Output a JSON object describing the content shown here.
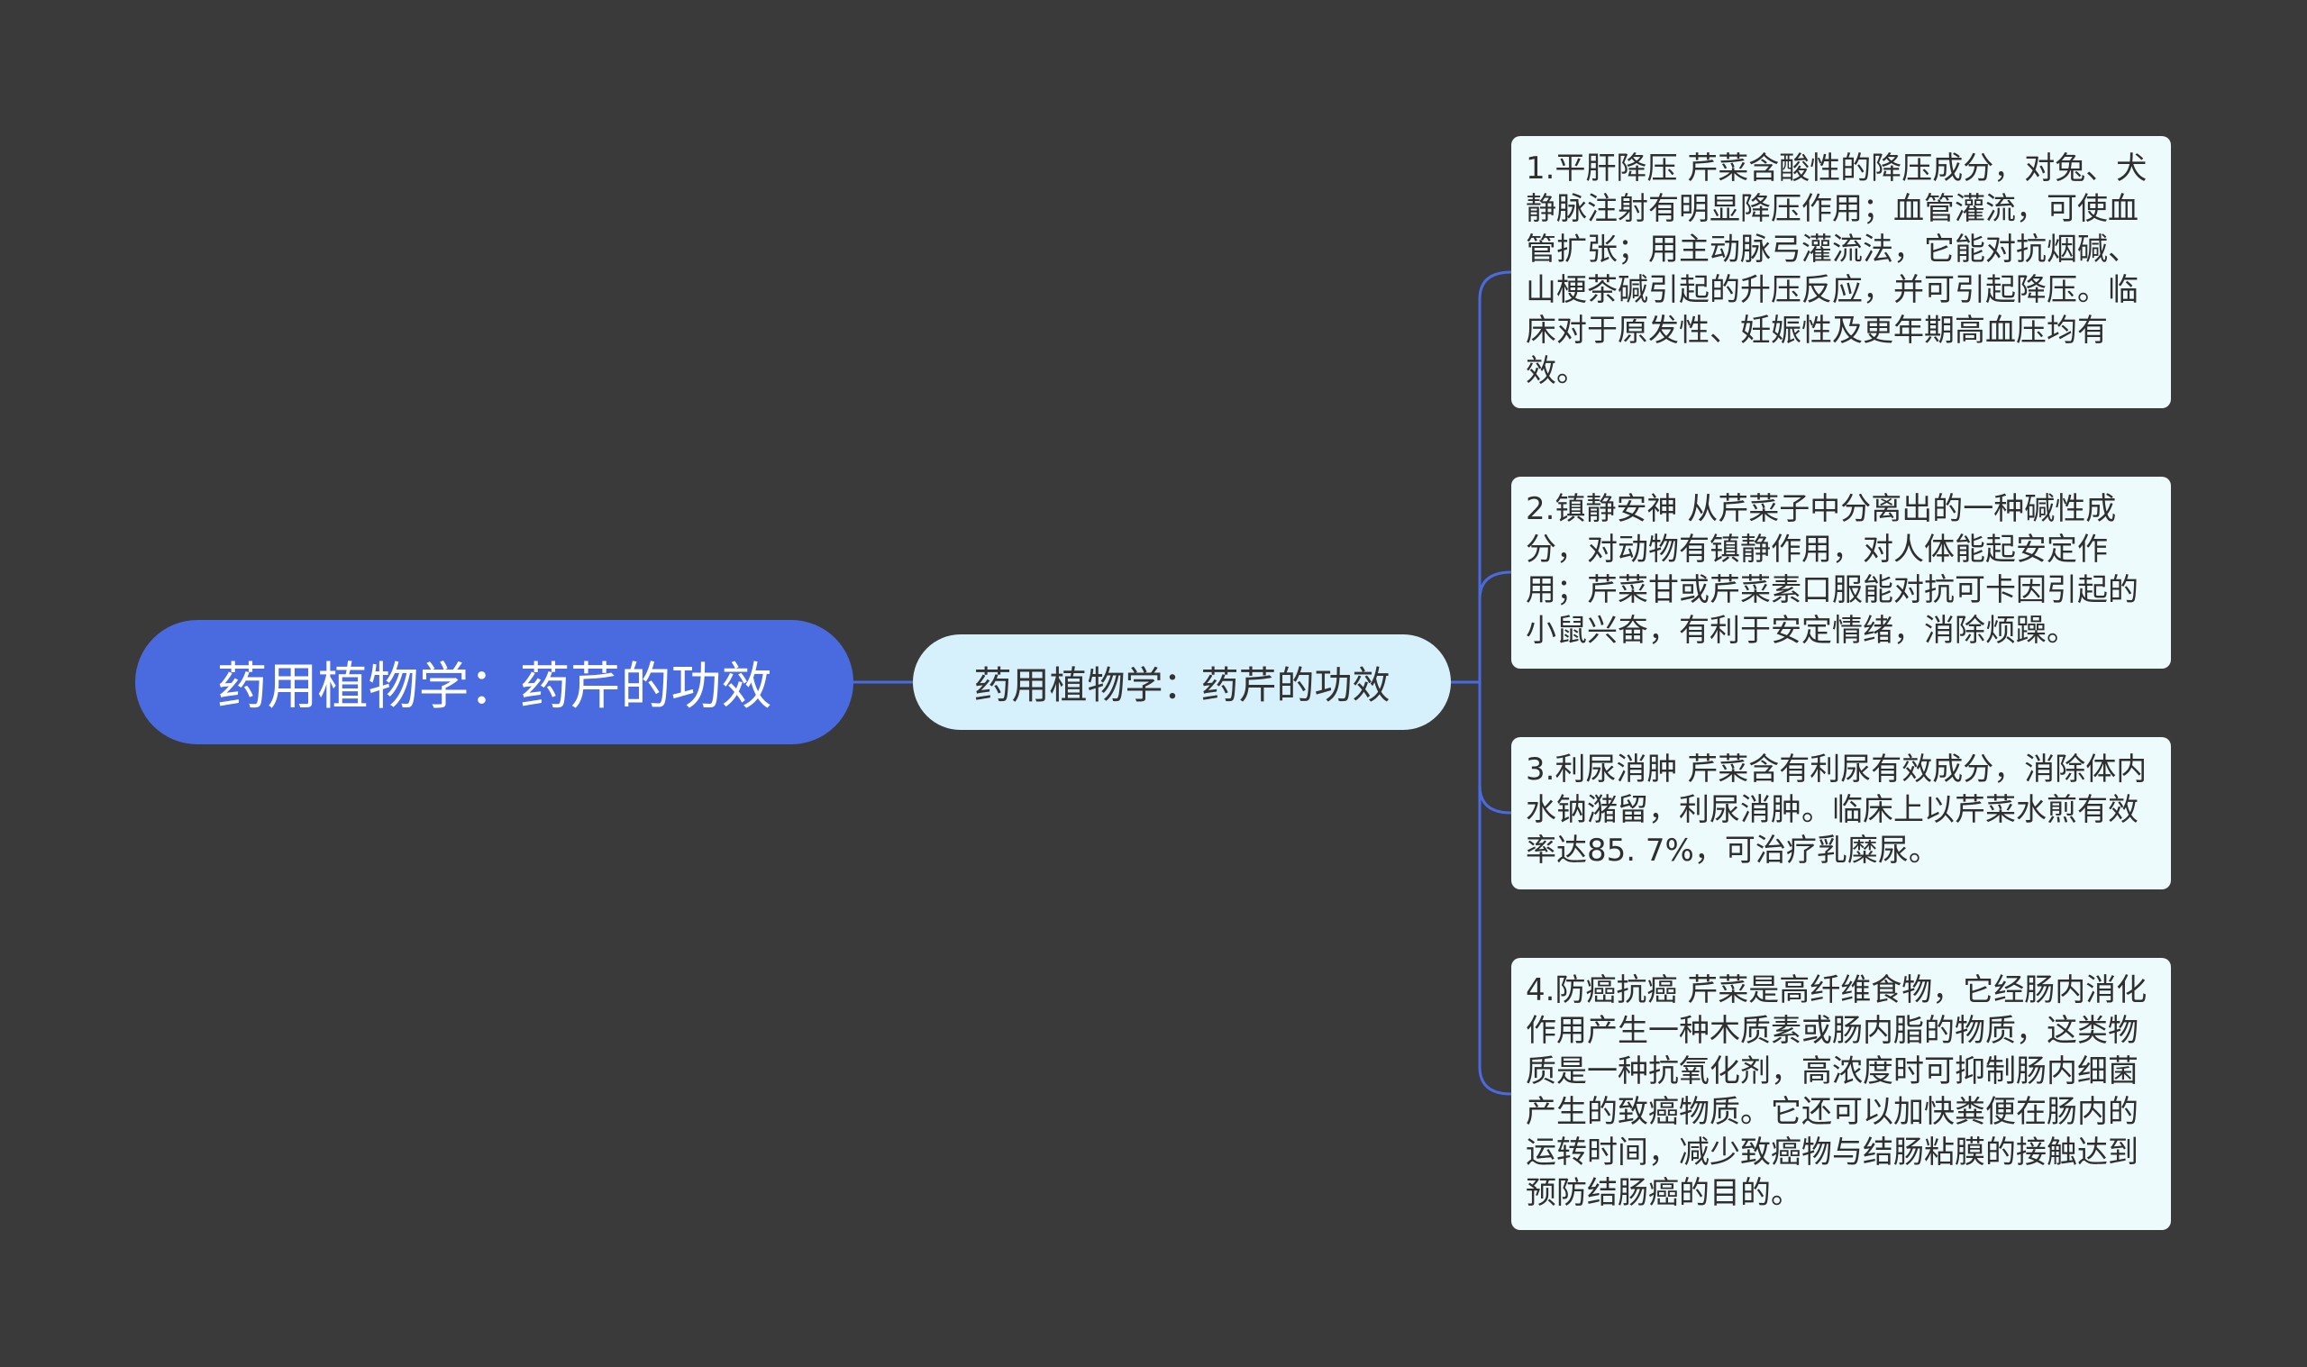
{
  "diagram": {
    "root": {
      "label": "药用植物学：药芹的功效"
    },
    "branch": {
      "label": "药用植物学：药芹的功效"
    },
    "leaves": [
      {
        "text": "1.平肝降压 芹菜含酸性的降压成分，对兔、犬静脉注射有明显降压作用；血管灌流，可使血管扩张；用主动脉弓灌流法，它能对抗烟碱、山梗茶碱引起的升压反应，并可引起降压。临床对于原发性、妊娠性及更年期高血压均有效。"
      },
      {
        "text": "2.镇静安神 从芹菜子中分离出的一种碱性成分，对动物有镇静作用，对人体能起安定作用；芹菜甘或芹菜素口服能对抗可卡因引起的小鼠兴奋，有利于安定情绪，消除烦躁。"
      },
      {
        "text": "3.利尿消肿 芹菜含有利尿有效成分，消除体内水钠潴留，利尿消肿。临床上以芹菜水煎有效率达85. 7%，可治疗乳糜尿。"
      },
      {
        "text": "4.防癌抗癌 芹菜是高纤维食物，它经肠内消化作用产生一种木质素或肠内脂的物质，这类物质是一种抗氧化剂，高浓度时可抑制肠内细菌产生的致癌物质。它还可以加快粪便在肠内的运转时间，减少致癌物与结肠粘膜的接触达到预防结肠癌的目的。"
      }
    ]
  },
  "colors": {
    "background": "#3b3a3b",
    "root_fill": "#4a6bdf",
    "branch_fill": "#d7f1fc",
    "leaf_fill": "#eefbfd",
    "connector": "#4a6bdf"
  }
}
